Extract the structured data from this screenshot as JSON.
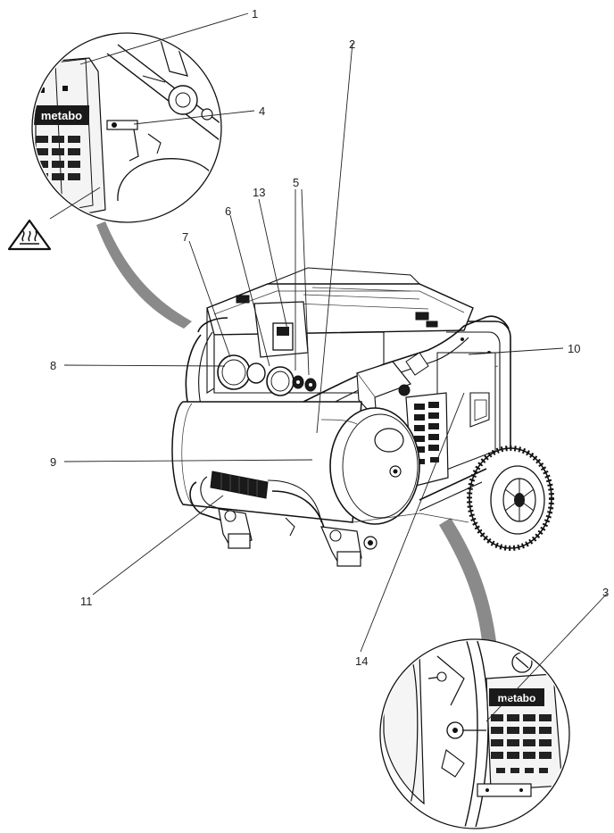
{
  "brand": "metabo",
  "callouts": [
    {
      "id": "c1",
      "text": "1"
    },
    {
      "id": "c2",
      "text": "2"
    },
    {
      "id": "c3",
      "text": "3"
    },
    {
      "id": "c4",
      "text": "4"
    },
    {
      "id": "c5",
      "text": "5"
    },
    {
      "id": "c6",
      "text": "6"
    },
    {
      "id": "c7",
      "text": "7"
    },
    {
      "id": "c8",
      "text": "8"
    },
    {
      "id": "c9",
      "text": "9"
    },
    {
      "id": "c10",
      "text": "10"
    },
    {
      "id": "c11",
      "text": "11"
    },
    {
      "id": "c13",
      "text": "13"
    },
    {
      "id": "c14",
      "text": "14"
    }
  ],
  "icons": {
    "warning": "hot-surface-warning-icon"
  }
}
